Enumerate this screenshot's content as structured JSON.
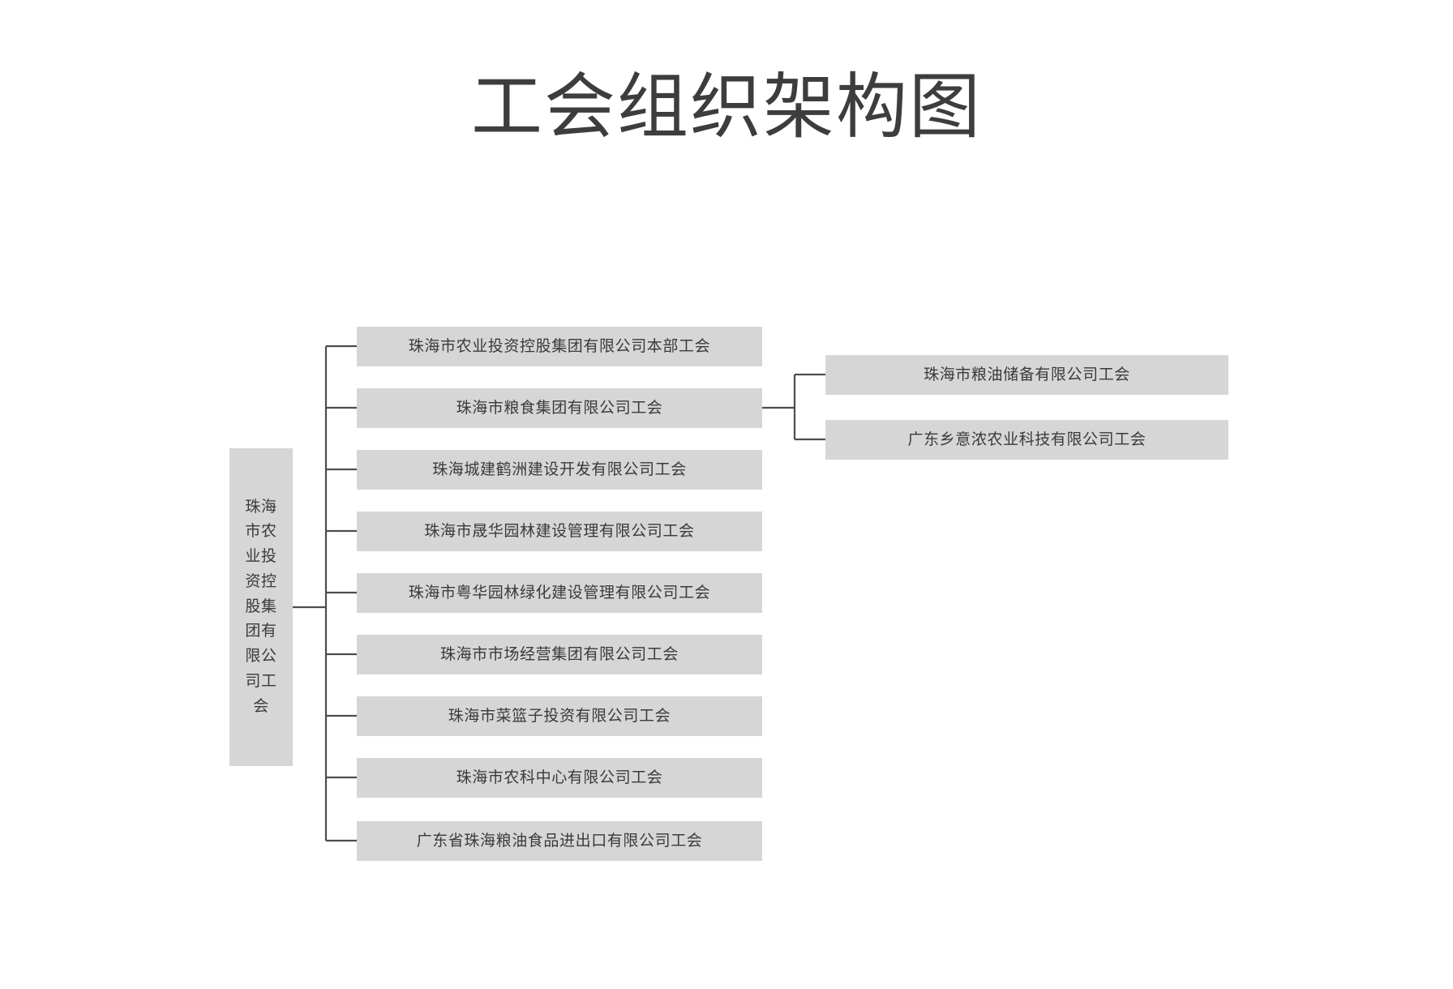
{
  "title": "工会组织架构图",
  "colors": {
    "node_fill": "#d6d6d6",
    "text": "#3a3a3a",
    "connector": "#4d4d4d",
    "background": "#ffffff"
  },
  "root": {
    "label": "珠海市农业投资控股集团有限公司工会"
  },
  "children": [
    {
      "label": "珠海市农业投资控股集团有限公司本部工会"
    },
    {
      "label": "珠海市粮食集团有限公司工会"
    },
    {
      "label": "珠海城建鹤洲建设开发有限公司工会"
    },
    {
      "label": "珠海市晟华园林建设管理有限公司工会"
    },
    {
      "label": "珠海市粤华园林绿化建设管理有限公司工会"
    },
    {
      "label": "珠海市市场经营集团有限公司工会"
    },
    {
      "label": "珠海市菜篮子投资有限公司工会"
    },
    {
      "label": "珠海市农科中心有限公司工会"
    },
    {
      "label": "广东省珠海粮油食品进出口有限公司工会"
    }
  ],
  "grandchildren": [
    {
      "label": "珠海市粮油储备有限公司工会"
    },
    {
      "label": "广东乡意浓农业科技有限公司工会"
    }
  ]
}
